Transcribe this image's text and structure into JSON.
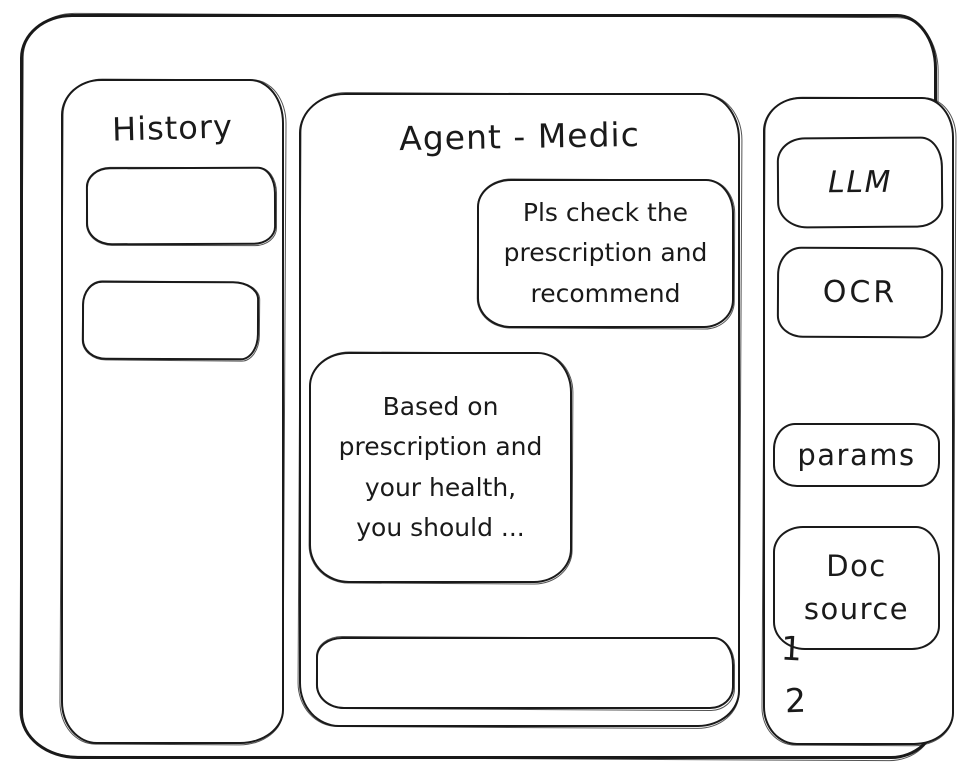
{
  "history": {
    "title": "History",
    "items": [
      "",
      ""
    ]
  },
  "chat": {
    "title": "Agent - Medic",
    "messages": [
      {
        "role": "user",
        "text": "Pls check the prescription and recommend"
      },
      {
        "role": "agent",
        "text": "Based on prescription and your health, you should ..."
      }
    ],
    "input": {
      "value": ""
    }
  },
  "tools": {
    "buttons": [
      {
        "id": "llm",
        "label": "LLM"
      },
      {
        "id": "ocr",
        "label": "OCR"
      },
      {
        "id": "params",
        "label": "params"
      },
      {
        "id": "doc_source",
        "label": "Doc source"
      }
    ],
    "doc_source_items": [
      "1",
      "2"
    ]
  },
  "colors": {
    "stroke": "#1a1a1a",
    "background": "#ffffff"
  }
}
